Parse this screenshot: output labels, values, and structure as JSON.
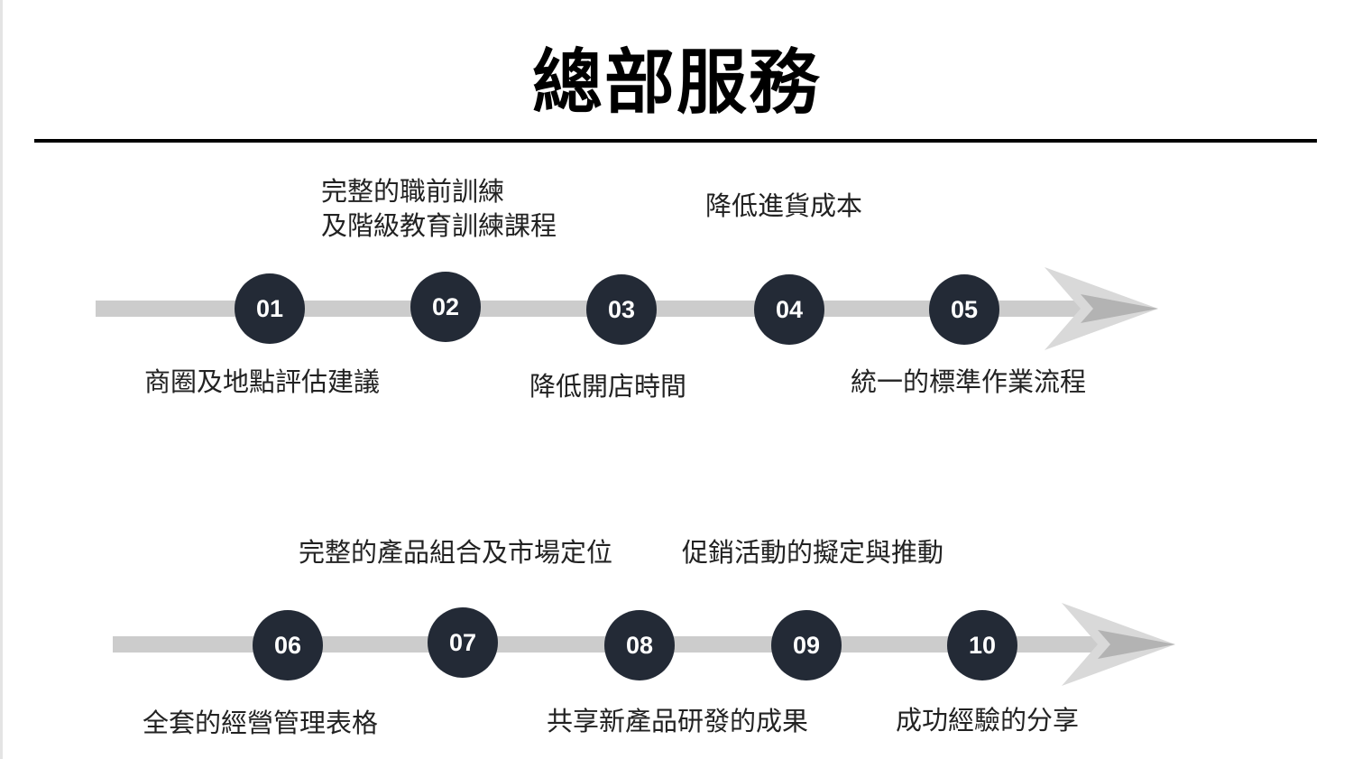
{
  "title": "總部服務",
  "colors": {
    "circle": "#232a36",
    "bar": "#cccccc",
    "arrow_dark": "#b3b3b3",
    "arrow_light": "#d9d9d9"
  },
  "rows": [
    {
      "steps": [
        "01",
        "02",
        "03",
        "04",
        "05"
      ],
      "labels_above": [
        {
          "line1": "完整的職前訓練",
          "line2": "及階級教育訓練課程"
        },
        {
          "line1": "降低進貨成本"
        }
      ],
      "labels_below": [
        "商圈及地點評估建議",
        "降低開店時間",
        "統一的標準作業流程"
      ]
    },
    {
      "steps": [
        "06",
        "07",
        "08",
        "09",
        "10"
      ],
      "labels_above": [
        {
          "line1": "完整的產品組合及市場定位"
        },
        {
          "line1": "促銷活動的擬定與推動"
        }
      ],
      "labels_below": [
        "全套的經營管理表格",
        "共享新產品研發的成果",
        "成功經驗的分享"
      ]
    }
  ]
}
